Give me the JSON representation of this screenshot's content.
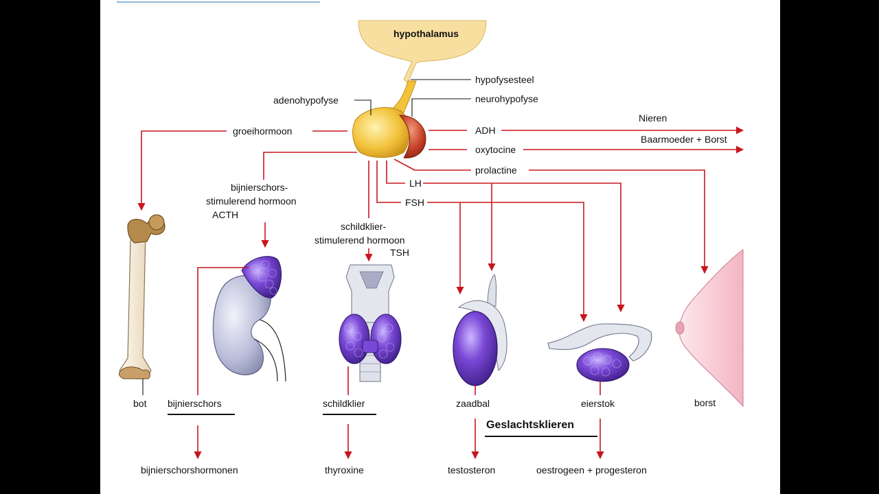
{
  "labels": {
    "hypothalamus": "hypothalamus",
    "hypofysesteel": "hypofysesteel",
    "adenohypofyse": "adenohypofyse",
    "neurohypofyse": "neurohypofyse",
    "groeihormoon": "groeihormoon",
    "adh": "ADH",
    "oxytocine": "oxytocine",
    "prolactine": "prolactine",
    "nieren": "Nieren",
    "baarmoeder_borst": "Baarmoeder + Borst",
    "acth_line1": "bijnierschors-",
    "acth_line2": "stimulerend hormoon",
    "acth_line3": "ACTH",
    "tsh_line1": "schildklier-",
    "tsh_line2": "stimulerend hormoon",
    "tsh_line3": "TSH",
    "lh": "LH",
    "fsh": "FSH"
  },
  "targets": {
    "bot": "bot",
    "bijnierschors": "bijnierschors",
    "schildklier": "schildklier",
    "zaadbal": "zaadbal",
    "eierstok": "eierstok",
    "borst": "borst",
    "geslachtsklieren": "Geslachtsklieren"
  },
  "products": {
    "bijnierschorshormonen": "bijnierschorshormonen",
    "thyroxine": "thyroxine",
    "testosteron": "testosteron",
    "oestrogeen_progesteron": "oestrogeen + progesteron"
  },
  "colors": {
    "arrow": "#c8161d",
    "hypothalamus": "#f7dfa0",
    "adenohypofyse": "#f2c23b",
    "neurohypofyse": "#c9442a",
    "gland_purple": "#6a3bc0",
    "organ_gray": "#b9bdd8",
    "bone": "#f2e4cf",
    "breast": "#f6c9d2"
  }
}
